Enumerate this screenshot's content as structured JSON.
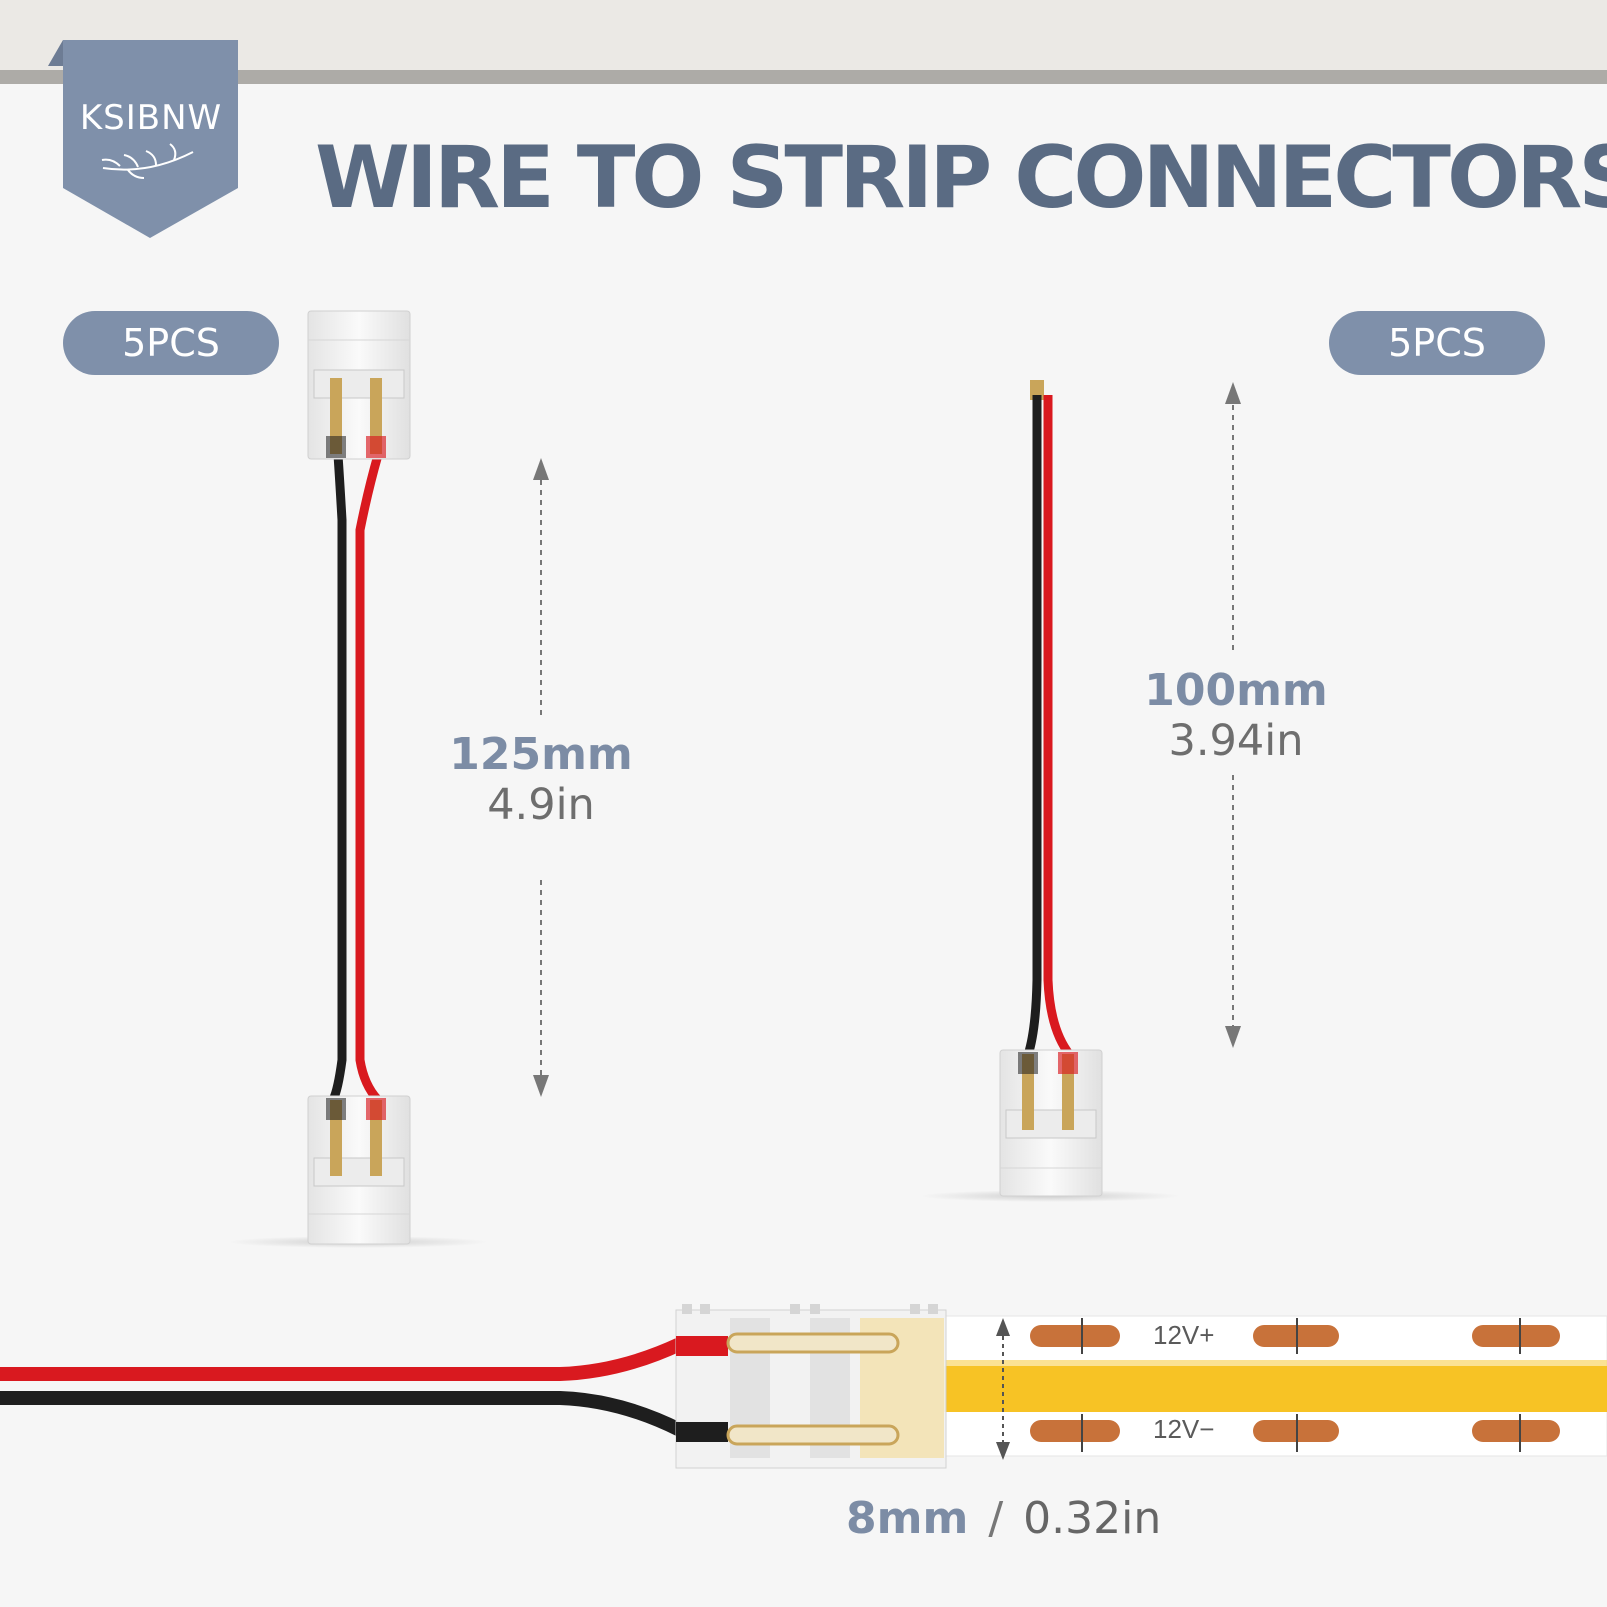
{
  "brand": {
    "logo_text": "KSIBNW"
  },
  "title": "WIRE TO STRIP CONNECTORS",
  "left_product": {
    "quantity": "5PCS",
    "length_mm": "125mm",
    "length_in": "4.9in"
  },
  "right_product": {
    "quantity": "5PCS",
    "length_mm": "100mm",
    "length_in": "3.94in"
  },
  "strip": {
    "width_mm": "8mm",
    "separator": "/",
    "width_in": "0.32in",
    "label_positive": "12V+",
    "label_negative": "12V−"
  },
  "colors": {
    "title": "#5a6b83",
    "pill": "#7f90aa",
    "wire_red": "#d9191f",
    "wire_black": "#1e1e1e",
    "strip_yellow": "#f7c325",
    "led_pad": "#c8723a"
  },
  "icons": [
    "leaf-icon",
    "dimension-arrow-icon"
  ]
}
